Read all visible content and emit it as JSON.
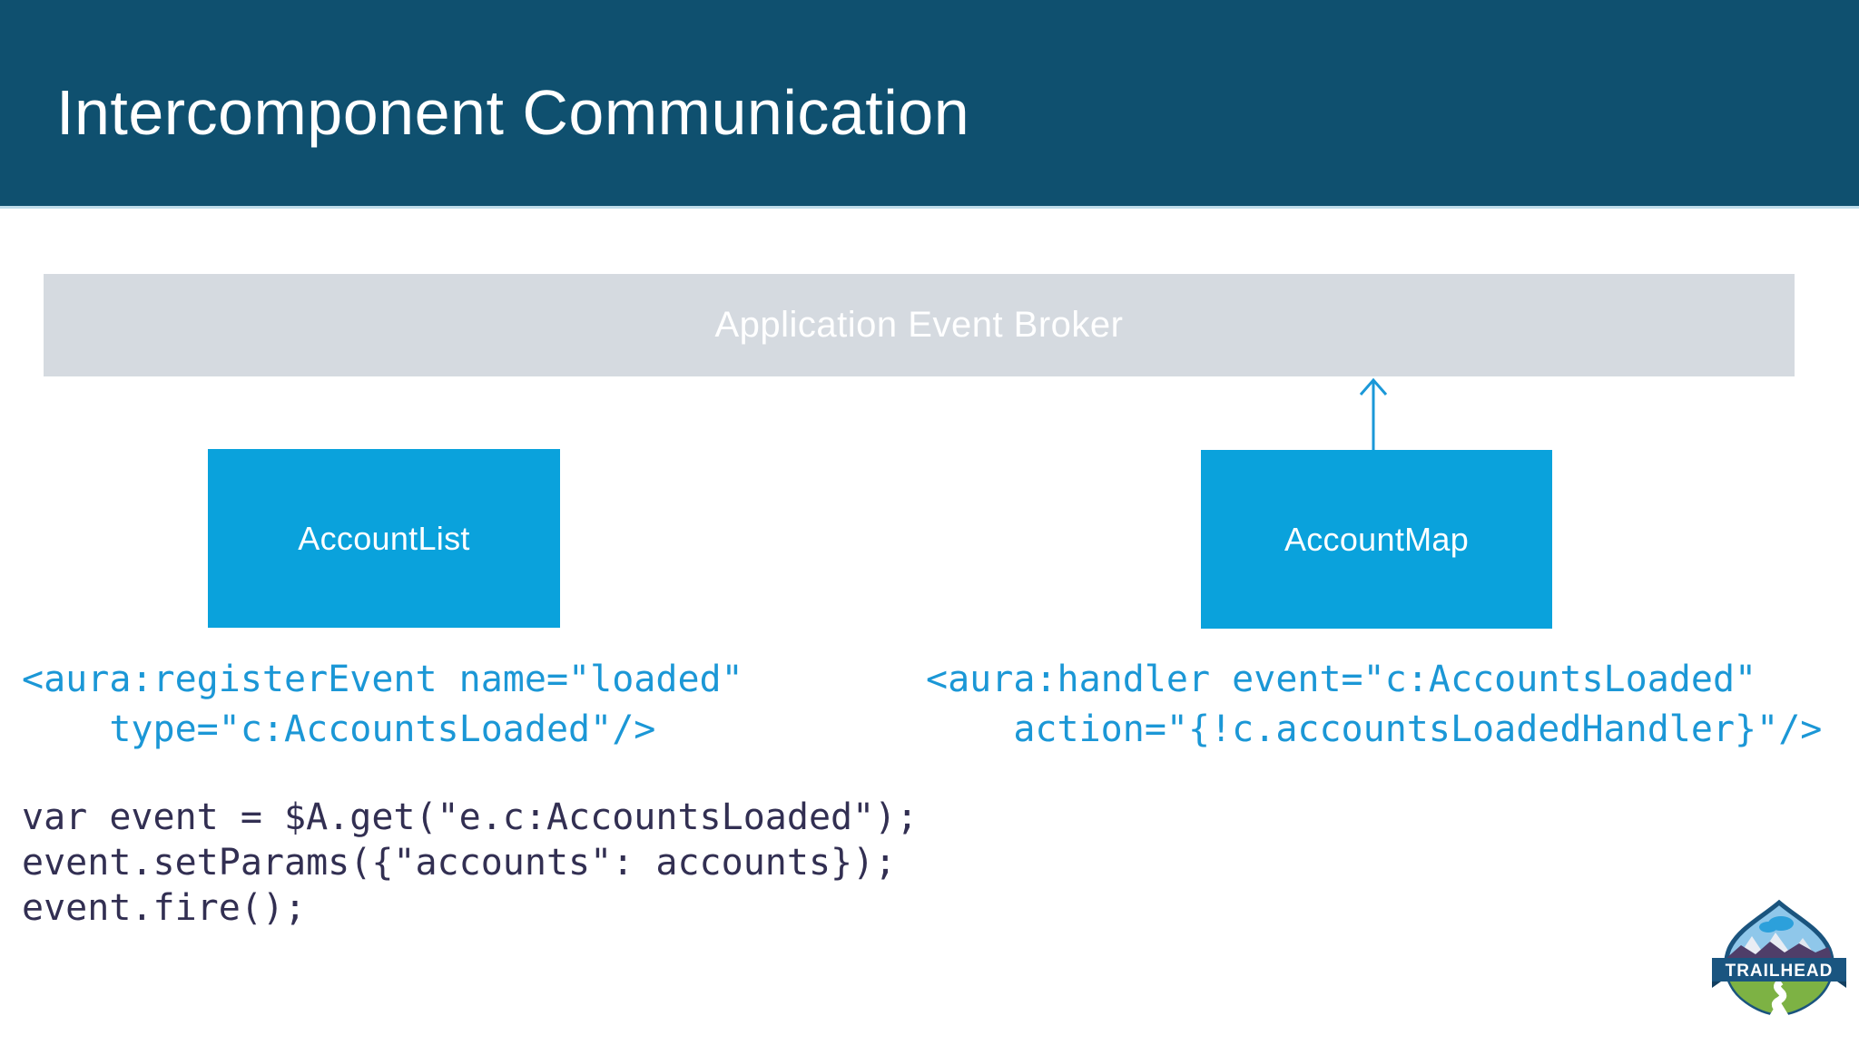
{
  "slide": {
    "title": "Intercomponent Communication",
    "broker": {
      "label": "Application Event Broker"
    },
    "components": [
      {
        "name": "AccountList"
      },
      {
        "name": "AccountMap"
      }
    ],
    "code": {
      "register_event": {
        "lines": [
          "<aura:registerEvent name=\"loaded\"",
          "    type=\"c:AccountsLoaded\"/>"
        ]
      },
      "handler": {
        "lines": [
          "<aura:handler event=\"c:AccountsLoaded\"",
          "    action=\"{!c.accountsLoadedHandler}\"/>"
        ]
      },
      "fire_event": {
        "lines": [
          "var event = $A.get(\"e.c:AccountsLoaded\");",
          "event.setParams({\"accounts\": accounts});",
          "event.fire();"
        ]
      }
    },
    "logo": {
      "text": "TRAILHEAD"
    },
    "colors": {
      "header_bg": "#0f506f",
      "header_underline": "#bfddeb",
      "broker_bg": "#d5dae0",
      "component_bg": "#0aa2dc",
      "code_xml": "#1b97d6",
      "code_js": "#322f52",
      "arrow": "#1b98d8"
    }
  }
}
